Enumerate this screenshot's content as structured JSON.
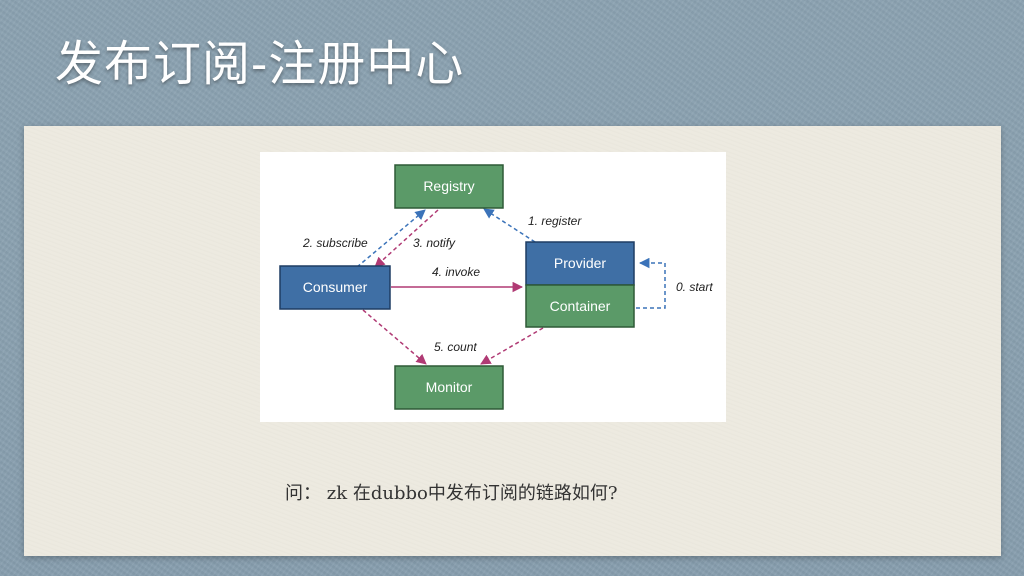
{
  "slide": {
    "title": "发布订阅-注册中心",
    "question": "问：  zk 在dubbo中发布订阅的链路如何?"
  },
  "diagram": {
    "nodes": {
      "registry": "Registry",
      "consumer": "Consumer",
      "provider": "Provider",
      "container": "Container",
      "monitor": "Monitor"
    },
    "edges": {
      "register": "1. register",
      "subscribe": "2. subscribe",
      "notify": "3. notify",
      "invoke": "4. invoke",
      "count": "5. count",
      "start": "0. start"
    }
  },
  "colors": {
    "green_node": "#5b9a68",
    "blue_node": "#3f6fa5",
    "blue_arrow": "#3b73b9",
    "magenta_arrow": "#b03a74"
  }
}
